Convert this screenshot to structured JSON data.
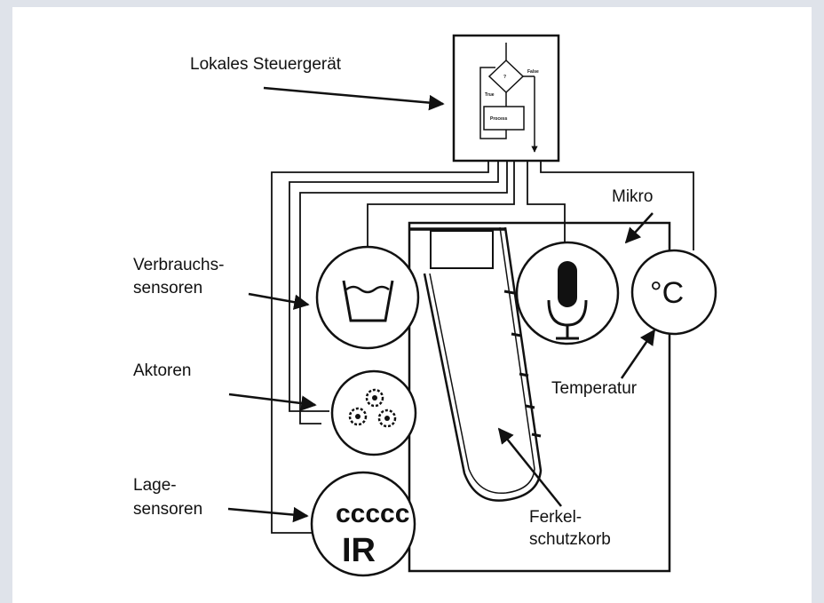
{
  "labels": {
    "controller": "Lokales Steuergerät",
    "consumption_1": "Verbrauchs-",
    "consumption_2": "sensoren",
    "actuators": "Aktoren",
    "position_1": "Lage-",
    "position_2": "sensoren",
    "mic": "Mikro",
    "temperature": "Temperatur",
    "basket_1": "Ferkel-",
    "basket_2": "schutzkorb"
  },
  "flowchart": {
    "decision": "?",
    "true": "True",
    "false": "False",
    "process": "Process"
  },
  "icons": {
    "ir_waves": "ccccc",
    "ir_text": "IR",
    "temp_unit": "°C"
  }
}
